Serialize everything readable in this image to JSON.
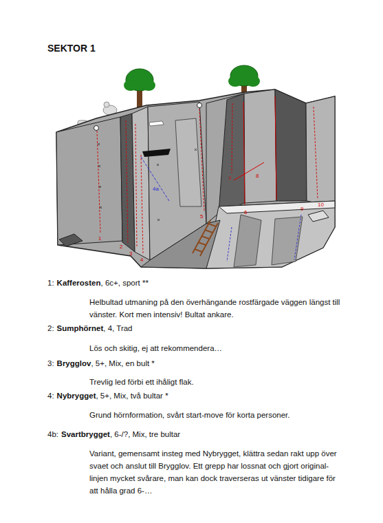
{
  "diagram": {
    "title": "SEKTOR 1",
    "labels": [
      "1",
      "2",
      "3",
      "4",
      "4a",
      "5",
      "6",
      "7",
      "8",
      "9",
      "10",
      "1:",
      "Kafferosten",
      ", 6c+, sport **",
      "Helbultad utmaning på den överhängande rostfärgade väggen längst till vänster. Kort men intensiv! Bultat ankare.",
      "2:",
      "Sumphörnet",
      ", 4, Trad",
      "Lös och skitig, ej att rekommendera…",
      "3:",
      "Brygglov",
      ", 5+, Mix, en bult *",
      "Trevlig led förbi ett ihåligt flak.",
      "4:",
      "Nybrygget",
      ", 5+, Mix, två bultar *",
      "Grund hörnformation, svårt start-move för korta personer.",
      "4b:",
      "Svartbrygget",
      ", 6-/?, Mix, tre bultar",
      "Variant, gemensamt insteg med Nybrygget, klättra sedan rakt upp över svaet och anslut till Brygglov. Ett grepp har lossnat och gjort original-linjen mycket svårare, man kan dock traverseras ut vänster tidigare för att hålla grad 6-…"
    ]
  }
}
